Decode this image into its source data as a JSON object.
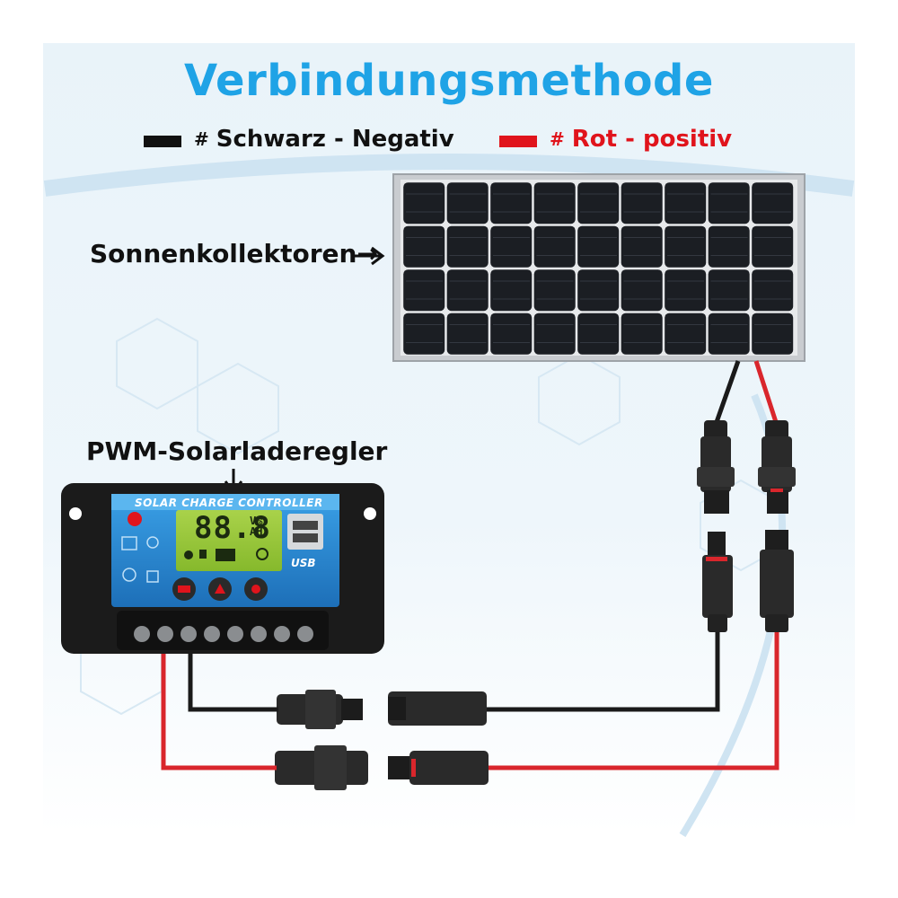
{
  "title": "Verbindungsmethode",
  "legend": {
    "black_hash": "#",
    "black_text": "Schwarz - Negativ",
    "black_color": "#111111",
    "red_hash": "#",
    "red_text": "Rot - positiv",
    "red_color": "#e0141c"
  },
  "labels": {
    "panel": "Sonnenkollektoren→",
    "controller": "PWM-Solarladeregler"
  },
  "controller": {
    "banner": "SOLAR CHARGE CONTROLLER",
    "display": "88.8",
    "units": "V%\nAH",
    "usb": "USB"
  },
  "colors": {
    "accent": "#1fa3e6",
    "wire_negative": "#1a1a1a",
    "wire_positive": "#d9262c",
    "panel_cell": "#1c1f24",
    "controller_face": "#2e8fd6"
  },
  "icons": [
    "arrow-right-icon",
    "arrow-down-icon",
    "usb-port-icon",
    "sun-icon",
    "battery-icon",
    "bulb-icon"
  ]
}
